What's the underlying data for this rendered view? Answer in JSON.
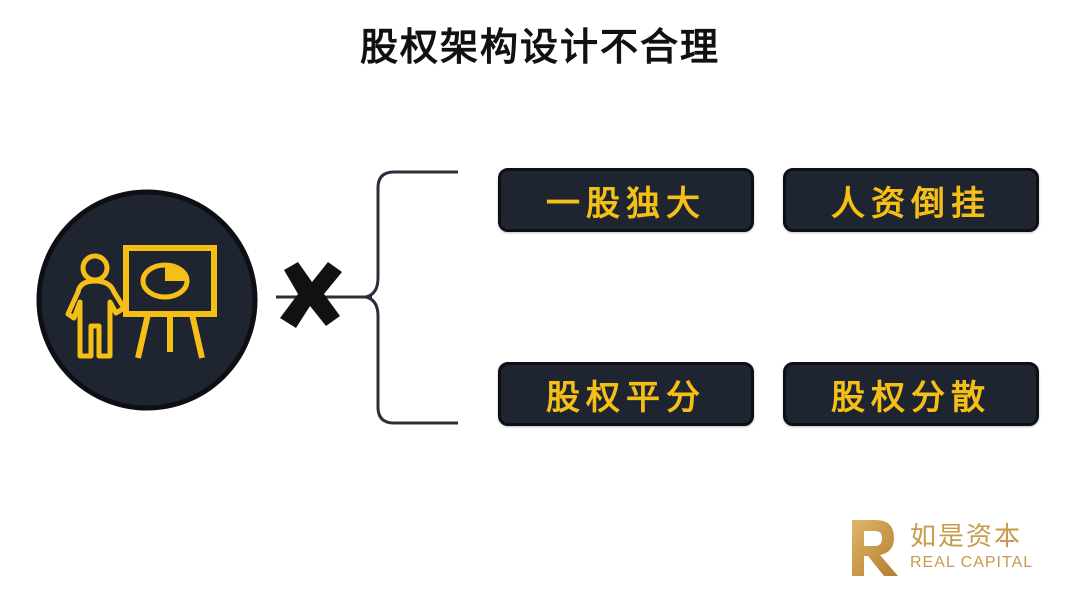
{
  "title": "股权架构设计不合理",
  "center_icon": "presenter-chart-icon",
  "connector_icon": "cross-mark-icon",
  "cards": [
    {
      "label": "一股独大"
    },
    {
      "label": "人资倒挂"
    },
    {
      "label": "股权平分"
    },
    {
      "label": "股权分散"
    }
  ],
  "logo": {
    "cn": "如是资本",
    "en": "REAL CAPITAL",
    "icon": "r-logo-icon"
  },
  "colors": {
    "accent": "#f5bf16",
    "card_bg": "#1f2530",
    "circle_bg": "#1f2530",
    "text_dark": "#111111",
    "logo_gold": "#c89a4e"
  }
}
